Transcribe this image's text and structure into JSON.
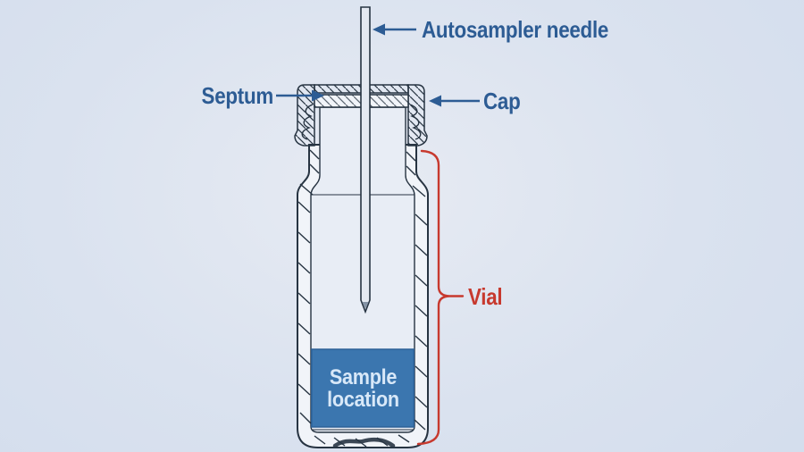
{
  "diagram": {
    "labels": {
      "needle": "Autosampler needle",
      "septum": "Septum",
      "cap": "Cap",
      "vial": "Vial",
      "sample": "Sample location"
    },
    "colors": {
      "background": "#cfdaeb",
      "label_blue": "#2d5c94",
      "vial_red": "#c7392e",
      "sample_fill": "#3b76af",
      "sample_text": "#d8e8f8",
      "ink": "#273442",
      "glass_fill": "#f1f4f9",
      "cavity_fill": "#e8edf5",
      "needle_fill": "#e4e9f1"
    }
  }
}
